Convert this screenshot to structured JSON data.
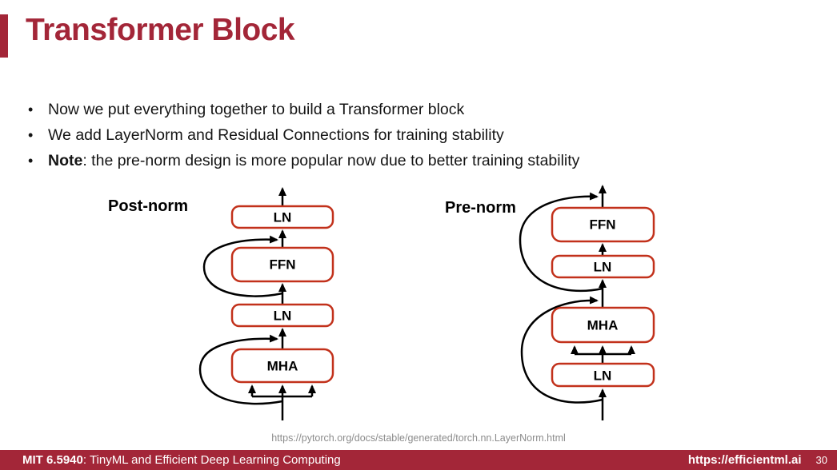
{
  "slide": {
    "title": "Transformer Block",
    "bullets": [
      {
        "bold_prefix": "",
        "text": "Now we put everything together to build a Transformer block"
      },
      {
        "bold_prefix": "",
        "text": "We add LayerNorm and Residual Connections for training stability"
      },
      {
        "bold_prefix": "Note",
        "text": ": the pre-norm design is more popular now due to better training stability"
      }
    ]
  },
  "diagrams": {
    "post_norm": {
      "label": "Post-norm",
      "blocks": [
        "LN",
        "FFN",
        "LN",
        "MHA"
      ]
    },
    "pre_norm": {
      "label": "Pre-norm",
      "blocks": [
        "FFN",
        "LN",
        "MHA",
        "LN"
      ]
    }
  },
  "citation": {
    "url": "https://pytorch.org/docs/stable/generated/torch.nn.LayerNorm.html"
  },
  "footer": {
    "course_code": "MIT 6.5940",
    "course_suffix": ": TinyML and Efficient Deep Learning Computing",
    "website": "https://efficientml.ai",
    "page_number": "30"
  },
  "colors": {
    "accent_red": "#A32638",
    "box_border_red": "#C2311B",
    "citation_gray": "#8C8C8C"
  }
}
